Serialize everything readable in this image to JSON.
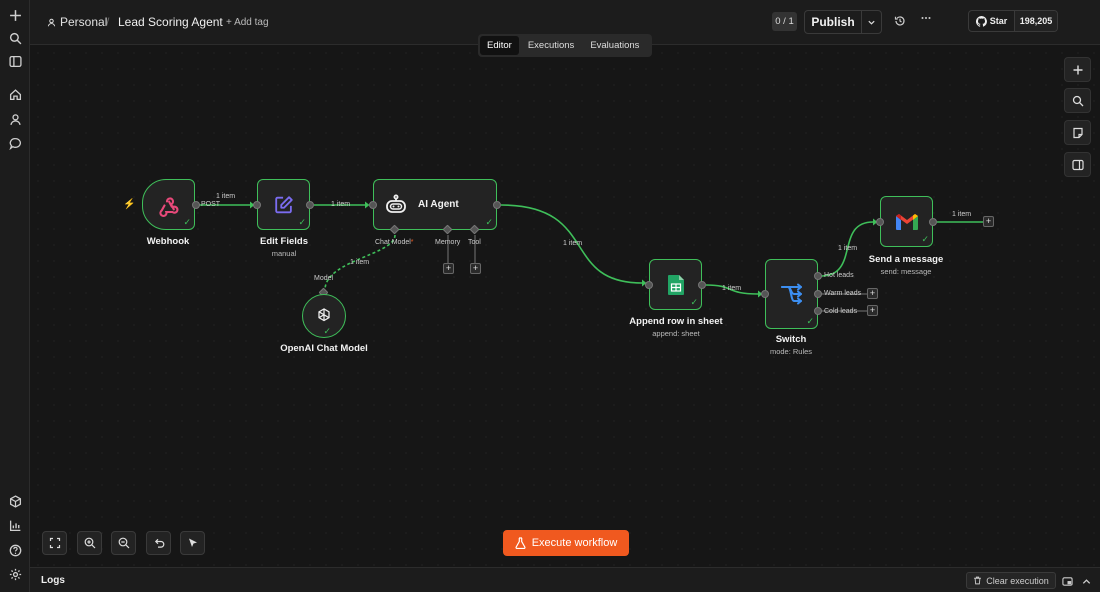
{
  "header": {
    "project": "Personal",
    "separator": "/",
    "workflow_name": "Lead Scoring Agent",
    "add_tag": "+ Add tag",
    "counter": "0 / 1",
    "publish": "Publish",
    "github_star": "Star",
    "github_count": "198,205"
  },
  "tabs": [
    {
      "label": "Editor",
      "active": true
    },
    {
      "label": "Executions",
      "active": false
    },
    {
      "label": "Evaluations",
      "active": false
    }
  ],
  "nodes": {
    "webhook": {
      "title": "Webhook",
      "port": "POST"
    },
    "edit_fields": {
      "title": "Edit Fields",
      "subtitle": "manual"
    },
    "ai_agent": {
      "title": "AI Agent",
      "ports": [
        "Chat Model",
        "Memory",
        "Tool"
      ],
      "required_mark": "*"
    },
    "openai": {
      "title": "OpenAI Chat Model",
      "port": "Model"
    },
    "sheet": {
      "title": "Append row in sheet",
      "subtitle": "append: sheet"
    },
    "switch": {
      "title": "Switch",
      "subtitle": "mode: Rules",
      "outputs": [
        "Hot leads",
        "Warm leads",
        "Cold leads"
      ]
    },
    "gmail": {
      "title": "Send a message",
      "subtitle": "send: message"
    }
  },
  "edge_labels": {
    "webhook_edit": "1 item",
    "edit_agent": "1 item",
    "model_agent": "1 item",
    "agent_sheet": "1 item",
    "sheet_switch": "1 item",
    "switch_gmail": "1 item",
    "gmail_out": "1 item"
  },
  "execute_button": "Execute workflow",
  "logs": {
    "title": "Logs",
    "clear": "Clear execution"
  },
  "colors": {
    "accent": "#f0591f",
    "success": "#3fbf5a",
    "webhook": "#e8497a",
    "edit": "#7b6cf0",
    "sheets": "#21a464",
    "switch": "#3c8ef0"
  }
}
